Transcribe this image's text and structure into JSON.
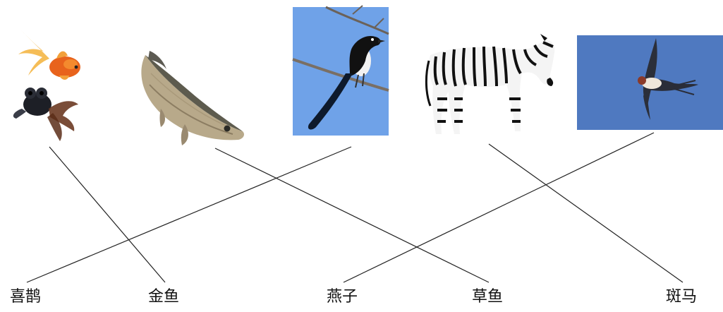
{
  "pictures": [
    {
      "animal": "goldfish",
      "icon": "goldfish-icon"
    },
    {
      "animal": "grass carp",
      "icon": "grass-carp-icon"
    },
    {
      "animal": "magpie",
      "icon": "magpie-icon",
      "background": "#6fa2e8"
    },
    {
      "animal": "zebra",
      "icon": "zebra-icon"
    },
    {
      "animal": "swallow",
      "icon": "swallow-icon",
      "background": "#4f79c0"
    }
  ],
  "labels": [
    "喜鹊",
    "金鱼",
    "燕子",
    "草鱼",
    "斑马"
  ]
}
